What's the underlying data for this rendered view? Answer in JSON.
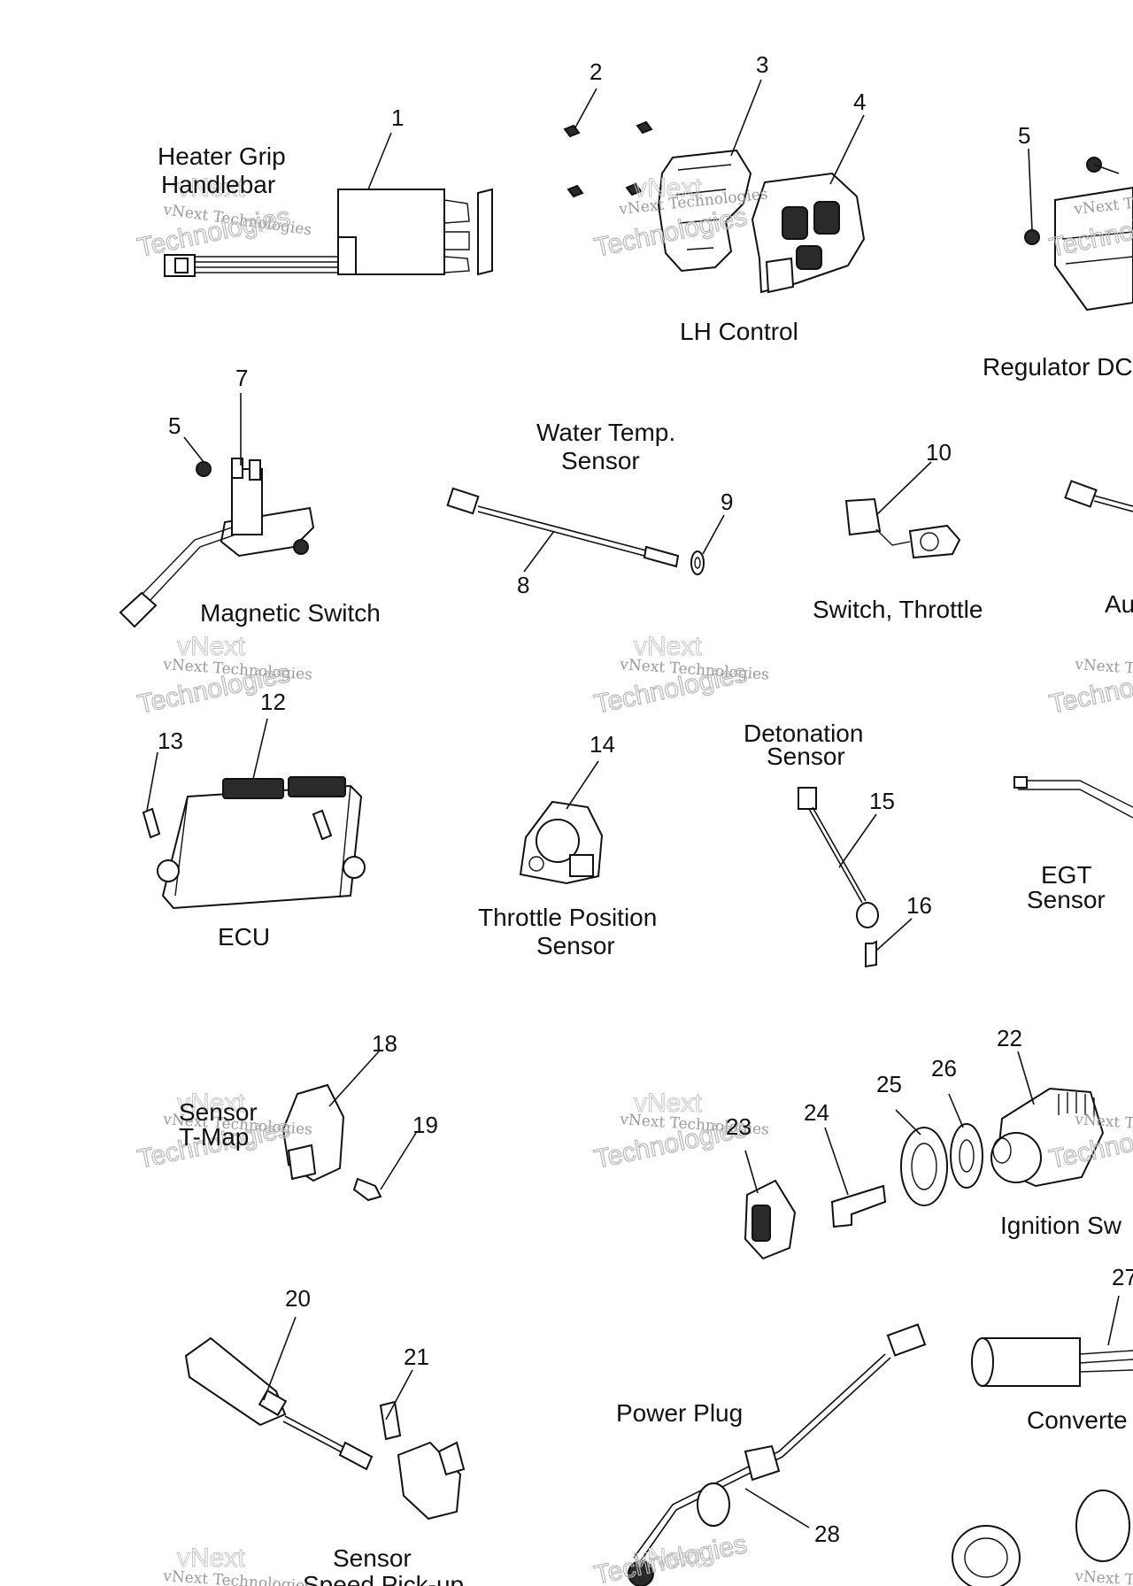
{
  "labels": {
    "heater_grip": "Heater Grip",
    "handlebar": "Handlebar",
    "lh_control": "LH Control",
    "regulator": "Regulator DC",
    "water_temp": "Water Temp.",
    "water_sensor": "Sensor",
    "magnetic_switch": "Magnetic Switch",
    "switch_throttle": "Switch, Throttle",
    "au": "Au",
    "ecu": "ECU",
    "throttle_position": "Throttle Position",
    "throttle_sensor": "Sensor",
    "detonation": "Detonation",
    "detonation_sensor": "Sensor",
    "egt": "EGT",
    "egt_sensor": "Sensor",
    "tmap_sensor": "Sensor",
    "tmap": "T-Map",
    "ignition": "Ignition Sw",
    "power_plug": "Power Plug",
    "converter": "Converte",
    "speed_sensor": "Sensor",
    "speed_pickup": "Speed Pick-up"
  },
  "callouts": {
    "c1": "1",
    "c2": "2",
    "c3": "3",
    "c4": "4",
    "c5a": "5",
    "c5b": "5",
    "c7": "7",
    "c8": "8",
    "c9": "9",
    "c10": "10",
    "c12": "12",
    "c13": "13",
    "c14": "14",
    "c15": "15",
    "c16": "16",
    "c18": "18",
    "c19": "19",
    "c20": "20",
    "c21": "21",
    "c22": "22",
    "c23": "23",
    "c24": "24",
    "c25": "25",
    "c26": "26",
    "c27": "27",
    "c28": "28"
  },
  "watermark": {
    "line1": "vNext Technologies",
    "line2": "Technologies",
    "line3": "vNext"
  }
}
